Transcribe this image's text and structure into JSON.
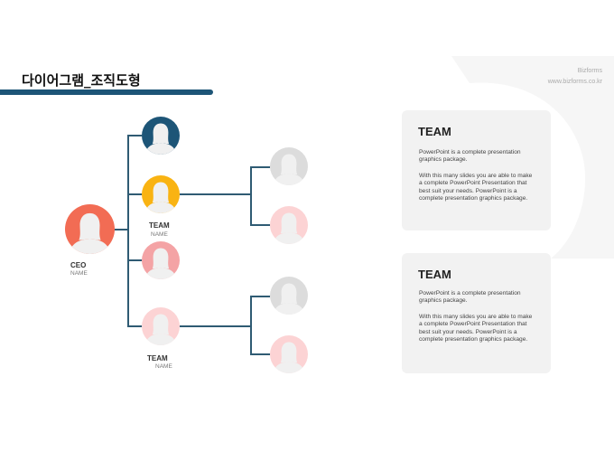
{
  "header": {
    "title": "다이어그램_조직도형",
    "brand": "Bizforms",
    "url": "www.bizforms.co.kr"
  },
  "colors": {
    "navy": "#1d5577",
    "yellow": "#f9b312",
    "coral": "#f26c54",
    "pink": "#f4a3a5",
    "light_pink": "#fcd3d4",
    "gray": "#dcdcdc"
  },
  "chart": {
    "ceo": {
      "title": "CEO",
      "name": "NAME"
    },
    "team1": {
      "title": "TEAM",
      "name": "NAME"
    },
    "team2": {
      "title": "TEAM",
      "name": "NAME"
    }
  },
  "cards": [
    {
      "title": "TEAM",
      "p1": "PowerPoint is a complete presentation graphics package.",
      "p2": "With this many slides you are able to make a complete PowerPoint Presentation that best suit your needs. PowerPoint is a complete presentation graphics package."
    },
    {
      "title": "TEAM",
      "p1": "PowerPoint is a complete presentation graphics package.",
      "p2": "With this many slides you are able to make a complete PowerPoint Presentation that best suit your needs. PowerPoint is a complete presentation graphics package."
    }
  ]
}
